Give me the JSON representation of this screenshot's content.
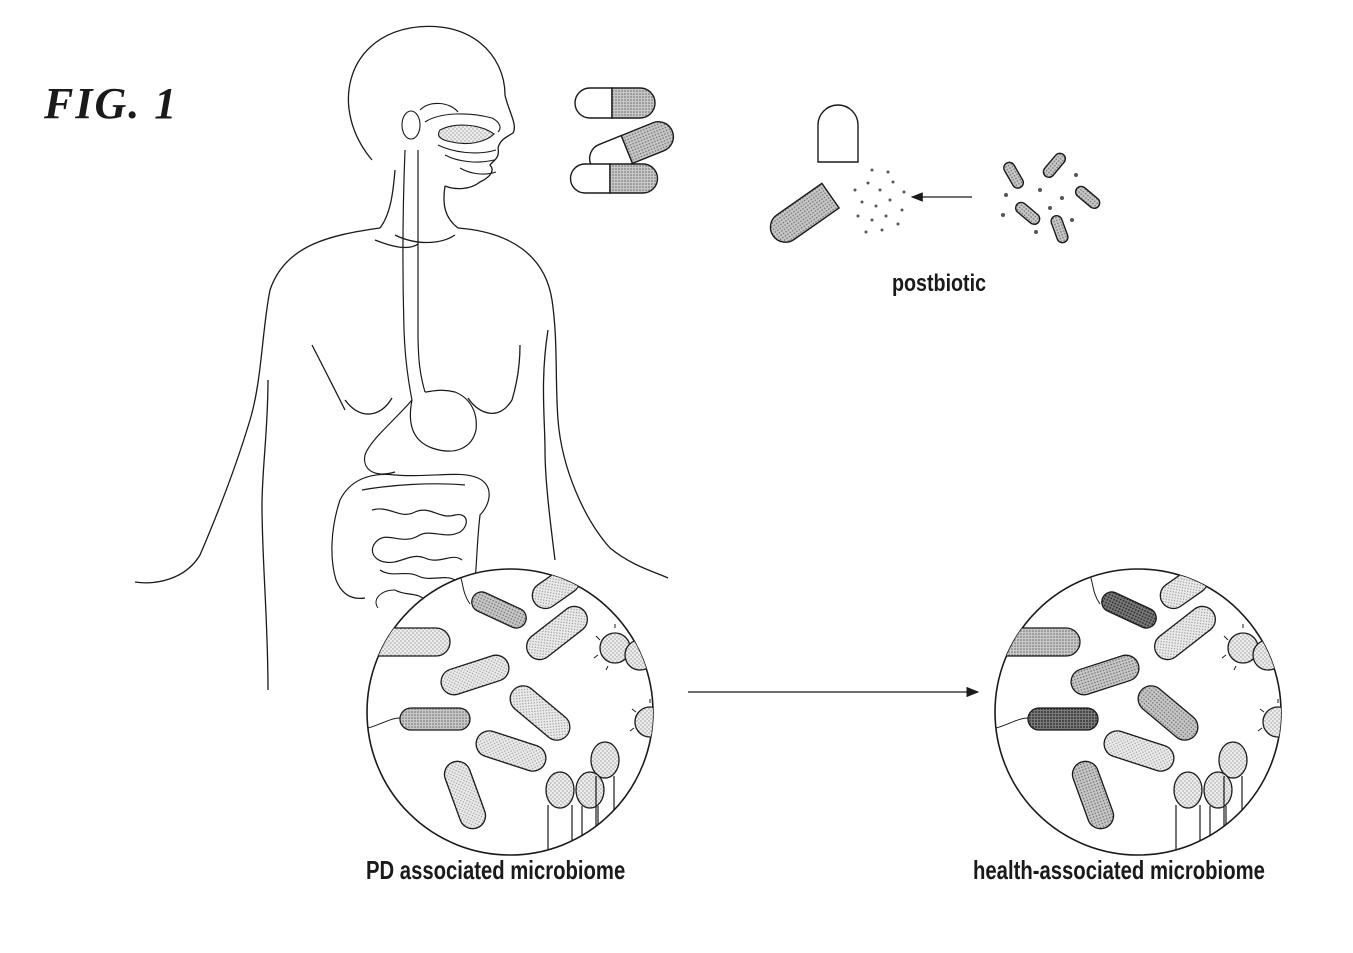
{
  "figure": {
    "title": "FIG. 1",
    "labels": {
      "postbiotic": "postbiotic",
      "pd_microbiome": "PD associated microbiome",
      "health_microbiome": "health-associated microbiome"
    }
  },
  "colors": {
    "line": "#1a1a1a",
    "fill_light": "#d9d9d9",
    "fill_mid": "#a6a6a6",
    "fill_dark": "#555555"
  }
}
